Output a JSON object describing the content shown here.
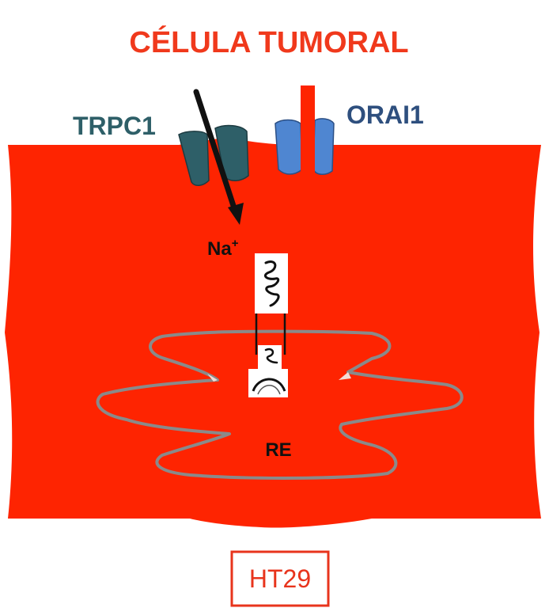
{
  "diagram": {
    "title": "CÉLULA TUMORAL",
    "channel_left": "TRPC1",
    "channel_right": "ORAI1",
    "ion": "Na",
    "ion_charge": "+",
    "organelle": "RE",
    "cell_line": "HT29"
  },
  "colors": {
    "title": "#f0391c",
    "cell": "#fe2401",
    "trpc1": "#2e5f68",
    "orai1": "#4f86d1",
    "orai1_label": "#2e4f7e",
    "er_outline": "#8a8a8a",
    "arrow": "#111111",
    "cell_line_box": "#e8341c"
  }
}
